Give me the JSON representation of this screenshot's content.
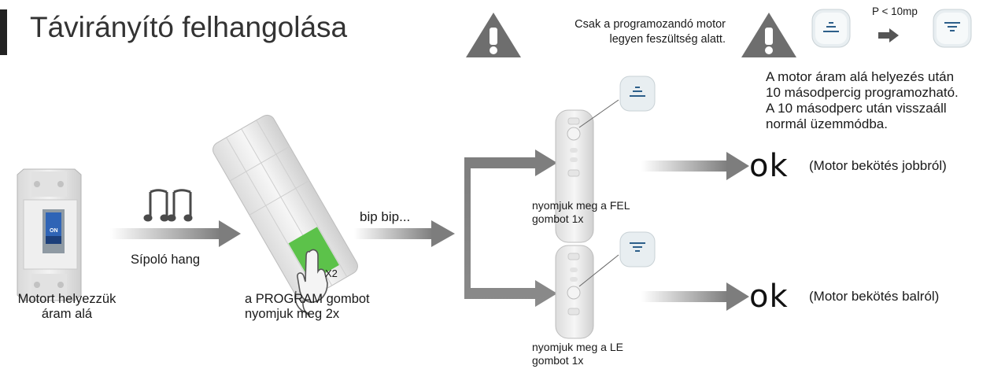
{
  "title": "Távirányító felhangolása",
  "warnings": {
    "motor_only_line1": "Csak a programozandó motor",
    "motor_only_line2": "legyen feszültség alatt.",
    "time_limit": "P < 10mp"
  },
  "info": {
    "line1": "A motor áram alá helyezés után",
    "line2": "10 másodpercig programozható.",
    "line3": "A 10 másodperc után visszaáll",
    "line4": "normál üzemmódba."
  },
  "steps": {
    "power_label_line1": "Motort helyezzük",
    "power_label_line2": "áram alá",
    "switch_on": "ON",
    "beep_label": "Sípoló hang",
    "program_label_line1": "a PROGRAM gombot",
    "program_label_line2": "nyomjuk meg 2x",
    "press_count": "X2",
    "bip": "bip bip...",
    "up_label_line1": "nyomjuk meg a FEL",
    "up_label_line2": "gombot 1x",
    "down_label_line1": "nyomjuk meg a LE",
    "down_label_line2": "gombot 1x"
  },
  "results": {
    "ok_up": "ok",
    "ok_up_text": "(Motor bekötés jobbról)",
    "ok_down": "ok",
    "ok_down_text": "(Motor bekötés balról)"
  },
  "colors": {
    "arrow": "#7d7d7d",
    "warning": "#6e6e6e",
    "green": "#5cc24a"
  }
}
